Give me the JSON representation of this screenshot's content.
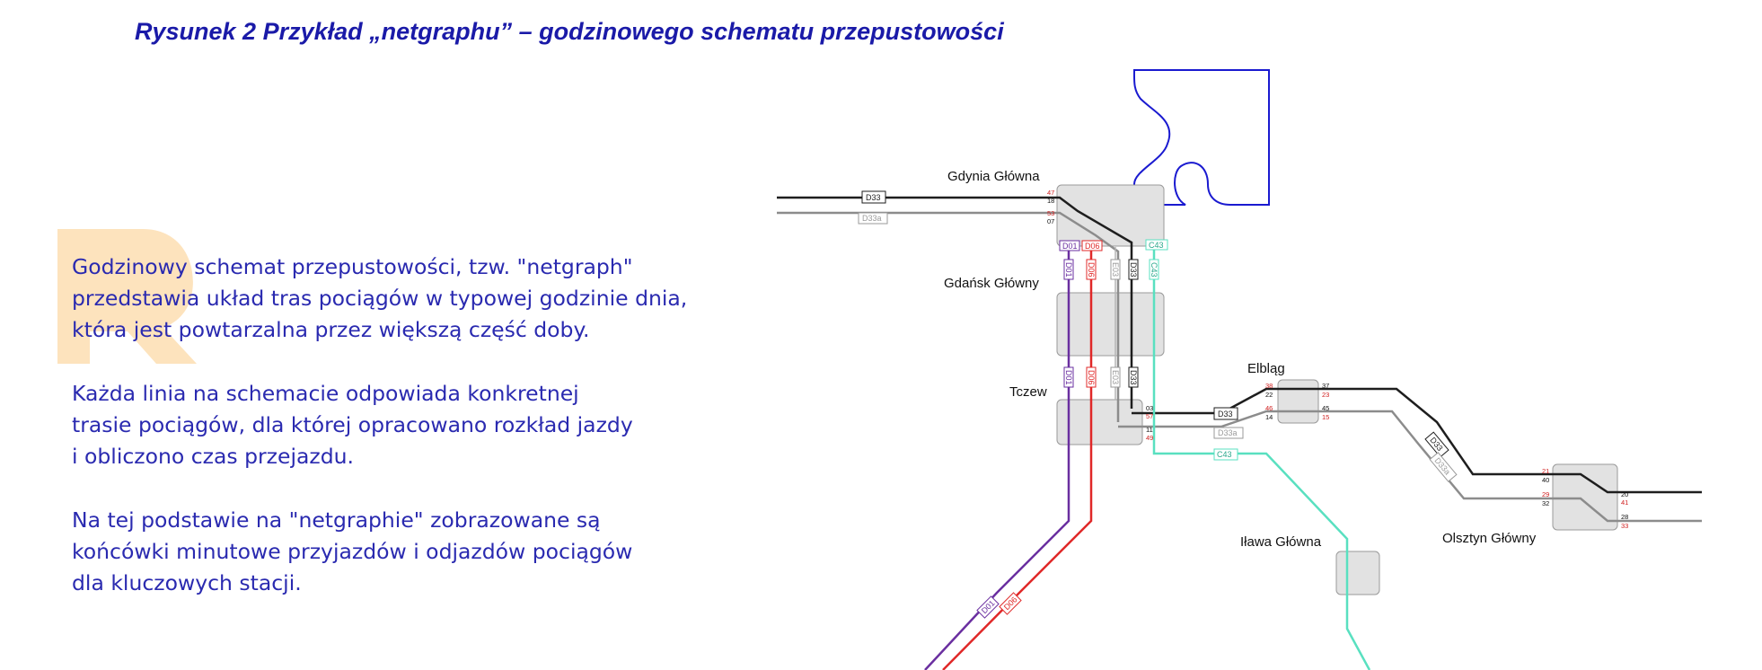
{
  "caption": "Rysunek 2 Przykład „netgraphu” – godzinowego schematu przepustowości",
  "paragraphs": [
    [
      "Godzinowy schemat przepustowości, tzw. \"netgraph\"",
      "przedstawia układ tras pociągów w typowej godzinie dnia,",
      "która jest powtarzalna przez większą część doby."
    ],
    [
      "Każda linia na schemacie odpowiada konkretnej",
      "trasie pociągów, dla której opracowano rozkład jazdy",
      "i obliczono czas przejazdu."
    ],
    [
      "Na tej podstawie na \"netgraphie\" zobrazowane są",
      "końcówki minutowe przyjazdów i odjazdów pociągów",
      "dla kluczowych stacji."
    ]
  ],
  "colors": {
    "text": "#2a2ab0",
    "caption": "#1a1aa8",
    "logo": "#fde3bd",
    "station_box": "#e2e2e2",
    "outline": "#1a1ad0"
  },
  "stations": {
    "gdynia": "Gdynia Główna",
    "gdansk": "Gdańsk Główny",
    "tczew": "Tczew",
    "elblag": "Elbląg",
    "ilawa": "Iława Główna",
    "olsztyn": "Olsztyn Główny"
  },
  "lines": {
    "D33": {
      "label": "D33",
      "color": "#1e1e1e"
    },
    "D33a": {
      "label": "D33a",
      "color": "#8c8c8c"
    },
    "D01": {
      "label": "D01",
      "color": "#6a2fa0"
    },
    "D06": {
      "label": "D06",
      "color": "#e02828"
    },
    "C43": {
      "label": "C43",
      "color": "#59e0c0"
    },
    "E03": {
      "label": "E03",
      "color": "#9a9a9a"
    }
  },
  "minutes": {
    "gdynia": {
      "d33": [
        "47",
        "18"
      ],
      "d33a": [
        "53",
        "07"
      ]
    },
    "elblag": {
      "left": [
        "38",
        "22",
        "46",
        "14"
      ],
      "right": [
        "37",
        "23",
        "45",
        "15"
      ]
    },
    "olsztyn": {
      "left": [
        "21",
        "40",
        "29",
        "32"
      ],
      "right": [
        "20",
        "41",
        "28",
        "33"
      ]
    },
    "tczew": {
      "right": [
        "03",
        "57",
        "11",
        "49"
      ]
    }
  }
}
